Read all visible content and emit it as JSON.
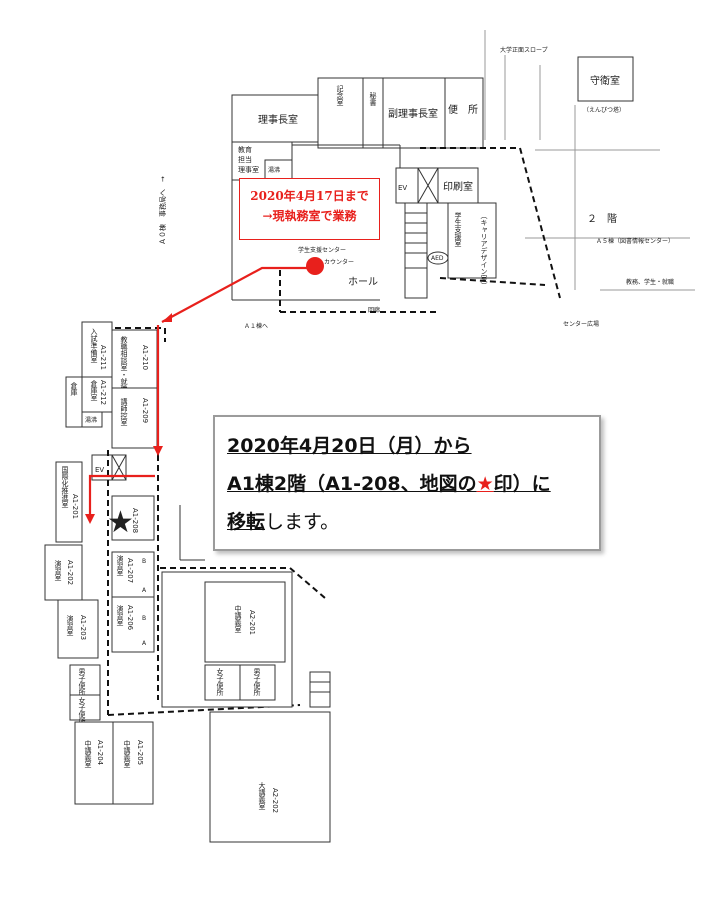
{
  "notice": {
    "line1": "2020年4月20日（月）から",
    "line2_pre": "A1棟2階（A1-208、地図の",
    "star": "★",
    "line2_post": "印）に",
    "line3_underlined": "移転",
    "line3_rest": "します。"
  },
  "temporary_notice": {
    "line1": "2020年4月17日まで",
    "line2": "→現執務室で業務"
  },
  "map_labels": {
    "daigaku_slope": "大学正面スロープ",
    "guard_room": "守衛室",
    "enpitsu_tou": "（えんぴつ塔）",
    "floor": "２　階",
    "a5_building": "Ａ５棟（図書情報センター）",
    "career_corner": "教務、学生・就職",
    "rijicho_room": "理事長室",
    "fukurijicho_room": "副理事長室",
    "benjo": "便　所",
    "kyoiku_tanto": "教育担当理事室",
    "yushi_room": "湯沸",
    "insatsu_room": "印刷室",
    "ev": "EV",
    "gakusei_shien_center": "学生支援センター",
    "gakusei_shienshitsu": "学生支援室",
    "career_design": "（キャリアデザイン室）",
    "counter": "カウンター",
    "hall": "ホール",
    "aed": "AED",
    "corridor": "回廊",
    "a1_to": "Ａ１棟へ",
    "center_plaza": "センター広場",
    "a0_building": "Ａ０棟　事務局へ　→",
    "a1_211_name": "入試準備室",
    "a1_211": "A1-211",
    "a1_212_name": "倉庫室",
    "a1_212": "A1-212",
    "a1_210_name": "教職相談室・就職相談室",
    "a1_210": "A1-210",
    "a1_209_name": "講師控室",
    "a1_209": "A1-209",
    "a1_201_name": "国際化推進室",
    "a1_201": "A1-201",
    "a1_208": "A1-208",
    "a1_202_name": "演習室",
    "a1_202": "A1-202",
    "a1_203_name": "演習室",
    "a1_203": "A1-203",
    "a1_207_name": "演習室",
    "a1_207": "A1-207",
    "a1_206_name": "演習室",
    "a1_206": "A1-206",
    "room_a": "A",
    "room_b": "B",
    "a2_201_name": "中講義室",
    "a2_201": "A2-201",
    "female_wc": "女子便所",
    "male_wc": "男子便所",
    "a1_204_name": "中講義室",
    "a1_204": "A1-204",
    "a1_205_name": "中講義室",
    "a1_205": "A1-205",
    "a2_202_name": "大講義室",
    "a2_202": "A2-202"
  },
  "colors": {
    "route": "#e8201c",
    "marker": "#e8201c",
    "star": "#e8201c"
  }
}
